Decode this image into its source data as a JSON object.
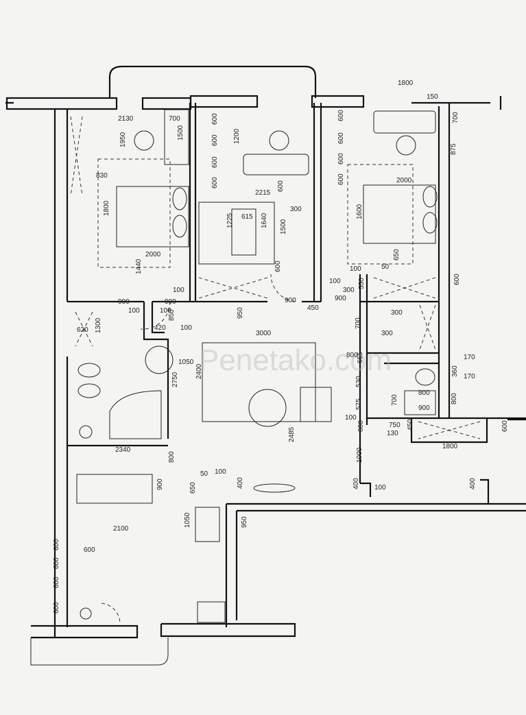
{
  "watermark": "Penetako.com",
  "colors": {
    "paper": "#f4f4f2",
    "lines": "#111111"
  },
  "dimensions": [
    "2130",
    "700",
    "1950",
    "1500",
    "830",
    "1800",
    "2000",
    "1440",
    "100",
    "900",
    "900",
    "100",
    "100",
    "600",
    "600",
    "600",
    "600",
    "1200",
    "2215",
    "600",
    "300",
    "615",
    "1225",
    "1640",
    "1500",
    "600",
    "900",
    "450",
    "1800",
    "150",
    "700",
    "875",
    "600",
    "600",
    "600",
    "600",
    "2000",
    "1600",
    "100",
    "50",
    "650",
    "100",
    "300",
    "550",
    "900",
    "600",
    "620",
    "1300",
    "420",
    "850",
    "100",
    "950",
    "3000",
    "1050",
    "2400",
    "2750",
    "2485",
    "2340",
    "800",
    "900",
    "2100",
    "50",
    "100",
    "650",
    "400",
    "1050",
    "950",
    "600",
    "600",
    "600",
    "600",
    "600",
    "300",
    "700",
    "300",
    "800",
    "665",
    "530",
    "575",
    "100",
    "750",
    "130",
    "600",
    "1000",
    "400",
    "100",
    "170",
    "170",
    "360",
    "800",
    "700",
    "900",
    "800",
    "450",
    "1800",
    "600",
    "400"
  ]
}
